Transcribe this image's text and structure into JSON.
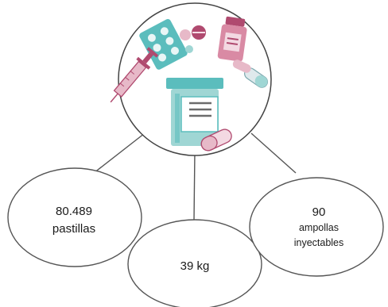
{
  "nodes": {
    "pills": {
      "value": "80.489",
      "unit": "pastillas"
    },
    "weight": {
      "value": "39 kg"
    },
    "ampoules": {
      "value": "90",
      "unit_line1": "ampollas",
      "unit_line2": "inyectables"
    }
  },
  "icons": [
    "pill-blister-icon",
    "syringe-icon",
    "pill-bottle-icon",
    "medicine-jar-icon",
    "capsule-icon",
    "tablet-icon"
  ],
  "colors": {
    "teal": "#5bbdbd",
    "teal_light": "#9fd6d4",
    "magenta": "#b04a6f",
    "pink_light": "#e7b9c8",
    "outline": "#555555"
  }
}
